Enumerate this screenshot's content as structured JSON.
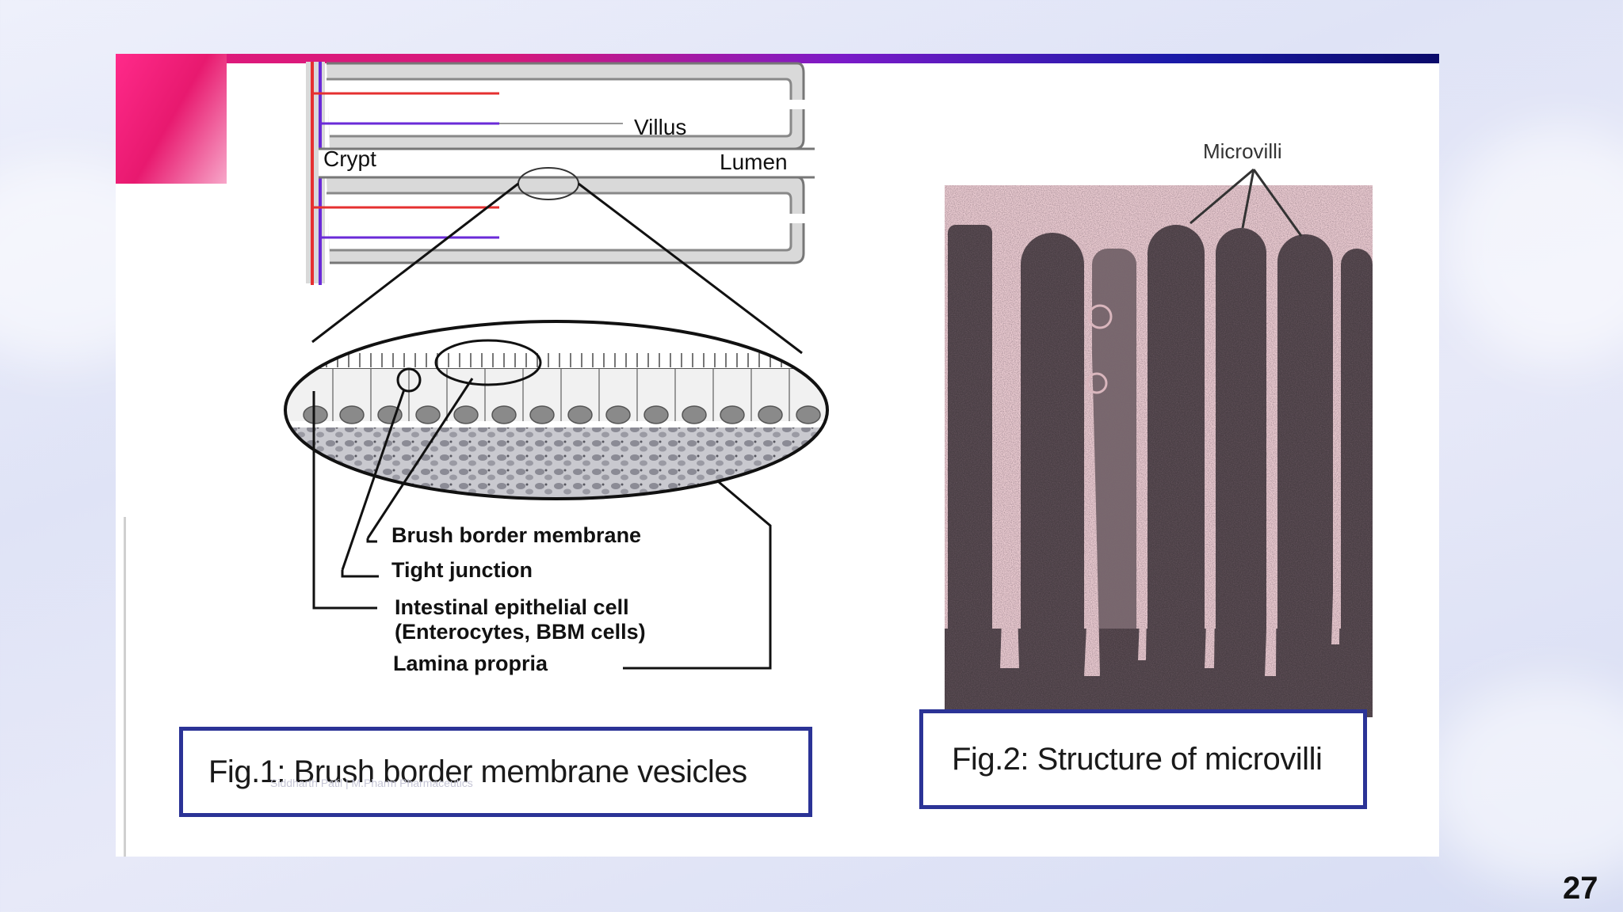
{
  "figure1": {
    "labels": {
      "villus": "Villus",
      "crypt": "Crypt",
      "lumen": "Lumen",
      "brush_border": "Brush border membrane",
      "tight_junction": "Tight junction",
      "epithelial_cell_line1": "Intestinal epithelial cell",
      "epithelial_cell_line2": "(Enterocytes, BBM cells)",
      "lamina_propria": "Lamina propria"
    },
    "caption": "Fig.1: Brush border membrane vesicles",
    "caption_watermark": "Siddharth Patil | M.Pharm Pharmaceutics"
  },
  "figure2": {
    "label_microvilli": "Microvilli",
    "caption": "Fig.2: Structure of microvilli"
  },
  "page_number": "27",
  "colors": {
    "caption_border": "#2b3396",
    "accent_pink": "#e8196f",
    "accent_purple": "#7a1ac8",
    "micrograph_base": "#e8c9cf"
  }
}
